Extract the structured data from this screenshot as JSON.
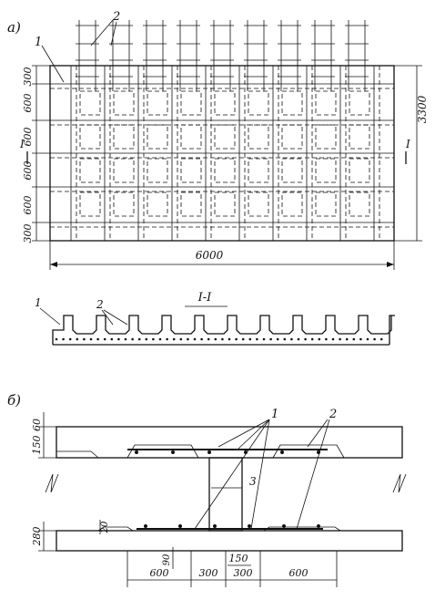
{
  "figure_a": {
    "label": "a)",
    "callouts": [
      "1",
      "2"
    ],
    "dims_left": [
      "300",
      "600",
      "600",
      "600",
      "600",
      "300"
    ],
    "dim_width": "6000",
    "dim_height": "3300",
    "section_mark": "I"
  },
  "section": {
    "title": "I-I",
    "callouts": [
      "1",
      "2"
    ]
  },
  "figure_b": {
    "label": "б)",
    "callouts": [
      "1",
      "2"
    ],
    "dims_left": [
      "60",
      "150",
      "280"
    ],
    "dim_20": "20",
    "dim_90": "90",
    "dim_3": "3",
    "dim_150_bottom": "150",
    "dims_bottom": [
      "600",
      "300",
      "300",
      "600"
    ]
  }
}
